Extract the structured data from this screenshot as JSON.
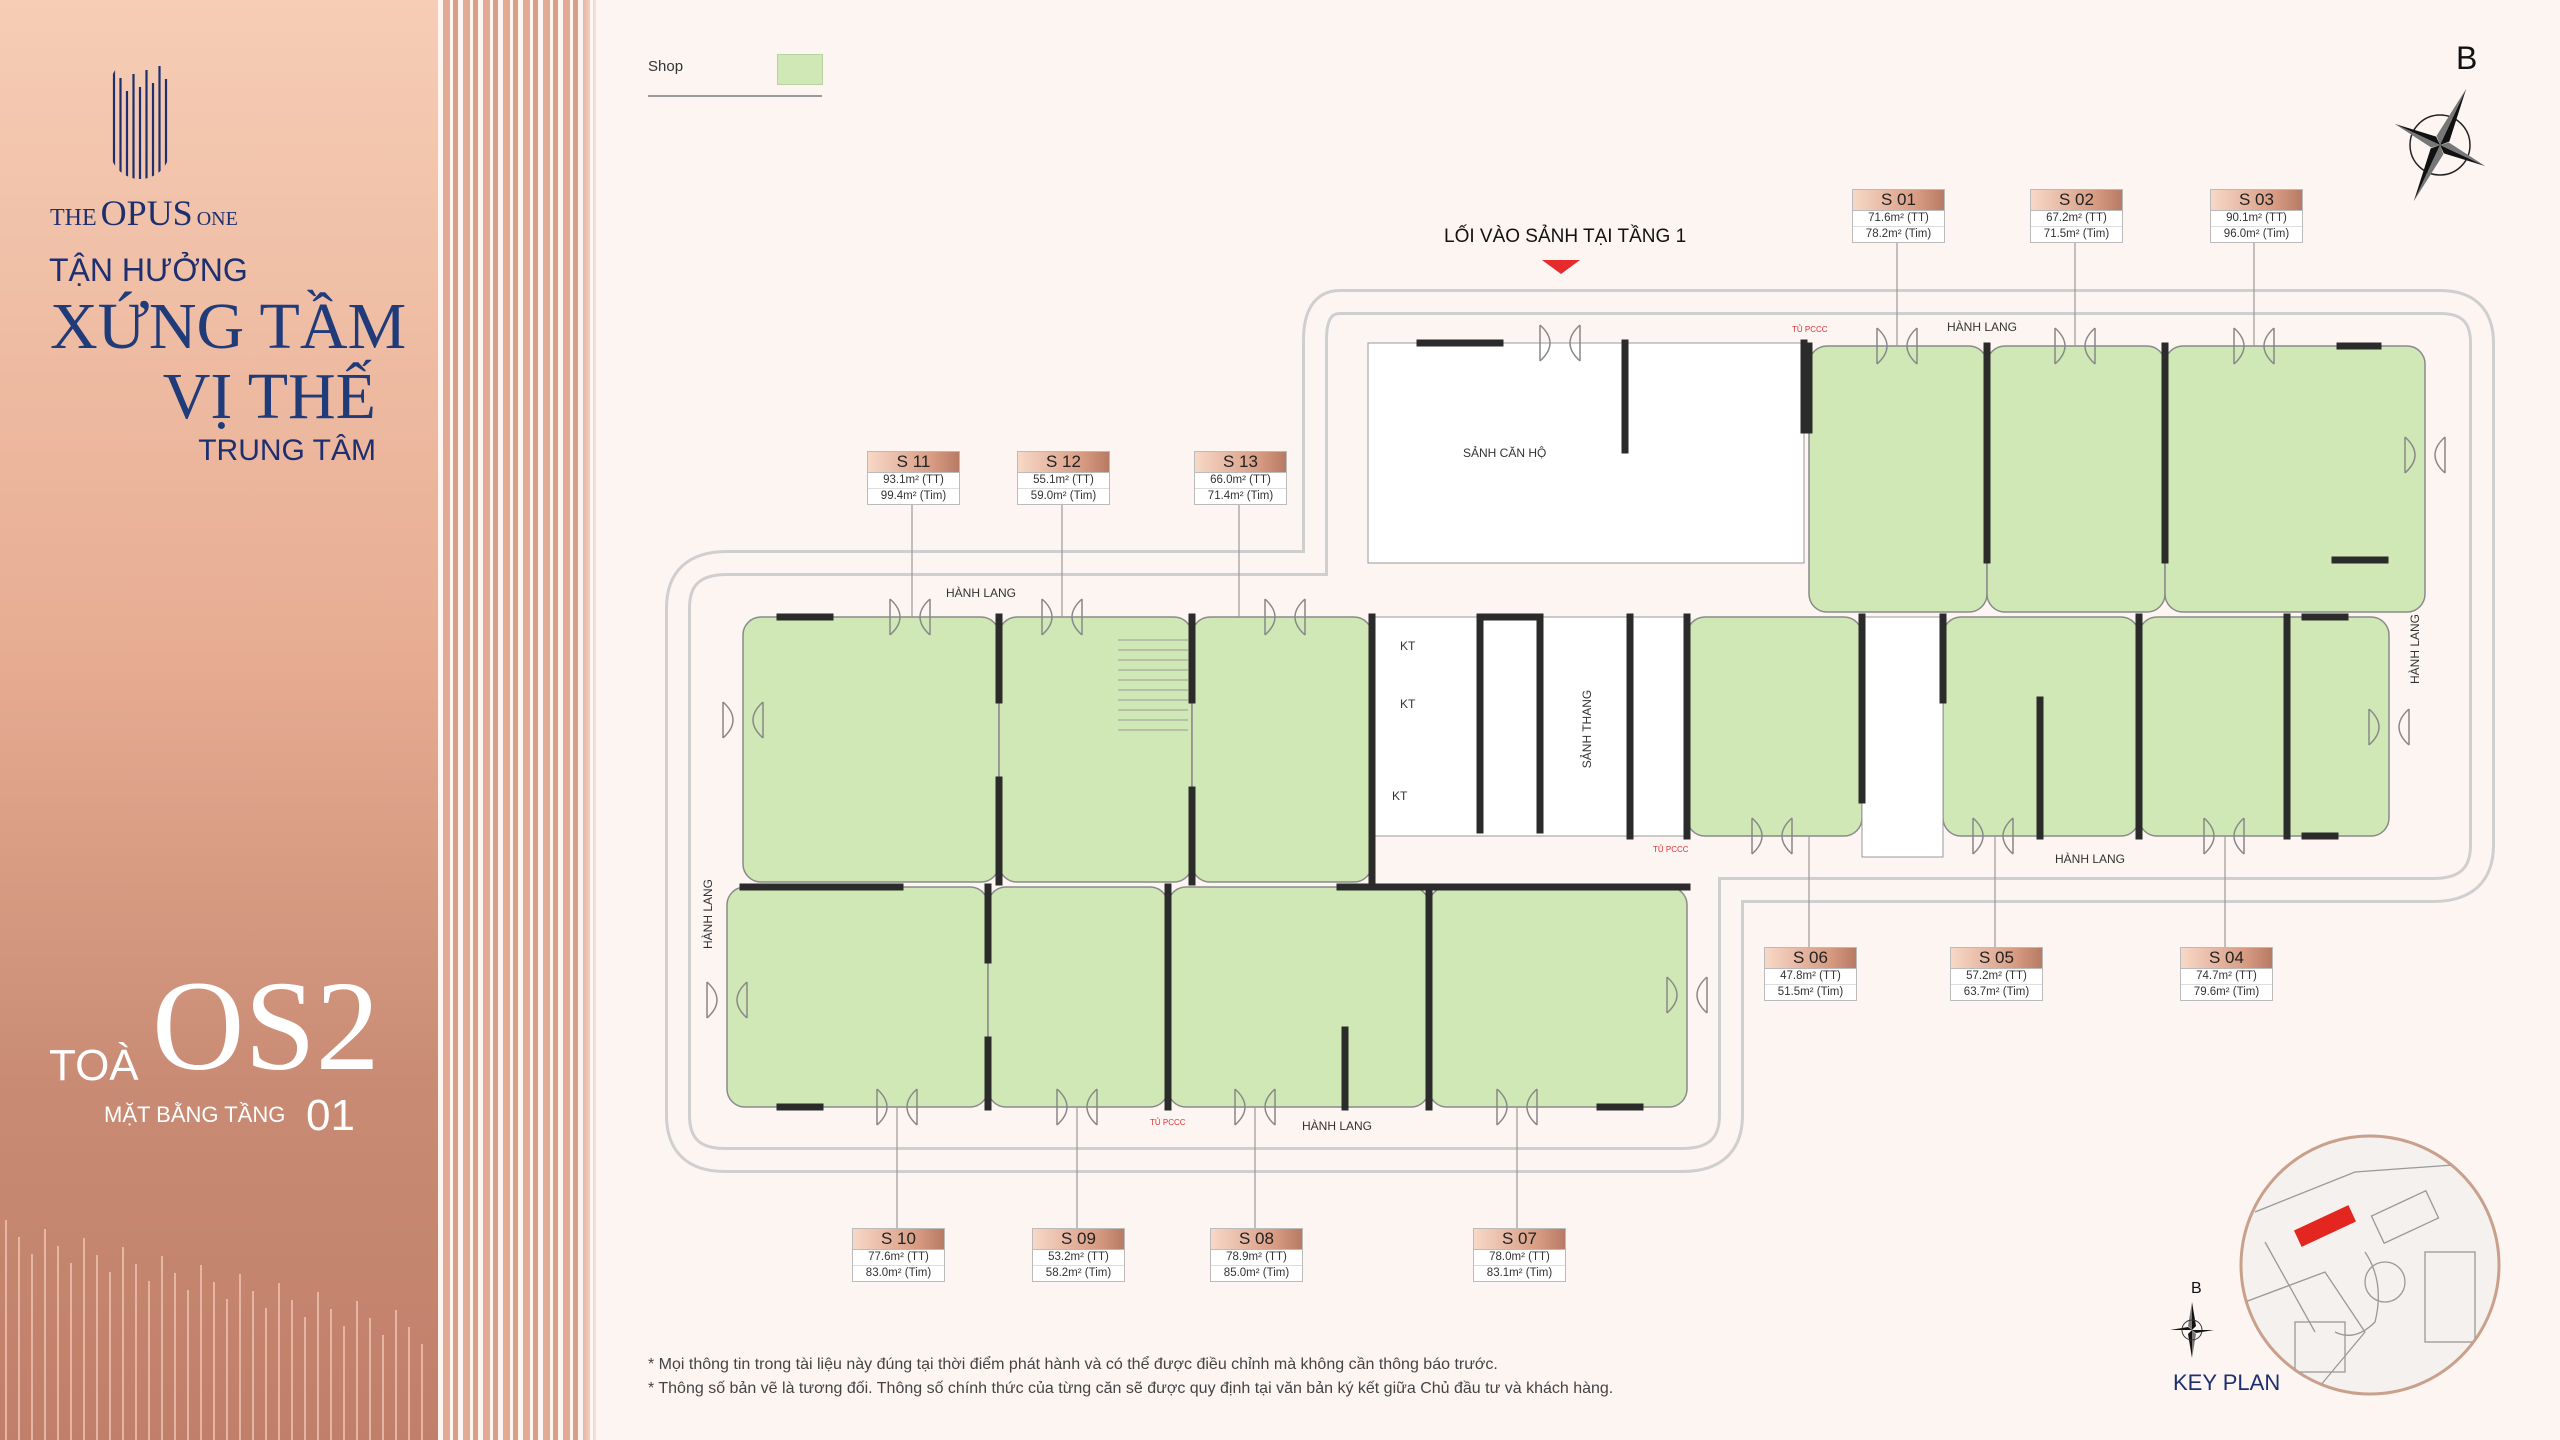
{
  "brand": {
    "name_pre": "THE",
    "name_main": "OPUS",
    "name_post": "ONE"
  },
  "tagline": {
    "line1": "TẬN HƯỞNG",
    "line2": "XỨNG TẦM",
    "line3": "VỊ THẾ",
    "line4": "TRUNG TÂM"
  },
  "building": {
    "prefix": "TOÀ",
    "name": "OS2",
    "floor_label": "MẶT BẰNG TẦNG",
    "floor_number": "01"
  },
  "legend": {
    "label": "Shop",
    "color": "#cfe8b6"
  },
  "compass": {
    "north_label": "B"
  },
  "entrance_label": "LỐI VÀO SẢNH TẠI TẦNG 1",
  "areas": {
    "lobby": "SẢNH CĂN HỘ",
    "elevator_lobby": "SẢNH THANG",
    "corridor": "HÀNH LANG",
    "technical": "KT",
    "fire_cabinet": "TỦ PCCC"
  },
  "units": [
    {
      "name": "S 01",
      "tt": "71.6m² (TT)",
      "tim": "78.2m² (Tim)"
    },
    {
      "name": "S 02",
      "tt": "67.2m² (TT)",
      "tim": "71.5m² (Tim)"
    },
    {
      "name": "S 03",
      "tt": "90.1m² (TT)",
      "tim": "96.0m² (Tim)"
    },
    {
      "name": "S 04",
      "tt": "74.7m² (TT)",
      "tim": "79.6m² (Tim)"
    },
    {
      "name": "S 05",
      "tt": "57.2m² (TT)",
      "tim": "63.7m² (Tim)"
    },
    {
      "name": "S 06",
      "tt": "47.8m² (TT)",
      "tim": "51.5m² (Tim)"
    },
    {
      "name": "S 07",
      "tt": "78.0m² (TT)",
      "tim": "83.1m² (Tim)"
    },
    {
      "name": "S 08",
      "tt": "78.9m² (TT)",
      "tim": "85.0m² (Tim)"
    },
    {
      "name": "S 09",
      "tt": "53.2m² (TT)",
      "tim": "58.2m² (Tim)"
    },
    {
      "name": "S 10",
      "tt": "77.6m² (TT)",
      "tim": "83.0m² (Tim)"
    },
    {
      "name": "S 11",
      "tt": "93.1m² (TT)",
      "tim": "99.4m² (Tim)"
    },
    {
      "name": "S 12",
      "tt": "55.1m² (TT)",
      "tim": "59.0m² (Tim)"
    },
    {
      "name": "S 13",
      "tt": "66.0m² (TT)",
      "tim": "71.4m² (Tim)"
    }
  ],
  "key_plan": {
    "label": "KEY PLAN",
    "north_label": "B"
  },
  "notes": [
    "* Mọi thông tin trong tài liệu này đúng tại thời điểm phát hành và có thể được điều chỉnh mà không cần thông báo trước.",
    "* Thông số bản vẽ là tương đối. Thông số chính thức của từng căn sẽ được quy định tại văn bản ký kết giữa Chủ đầu tư và khách hàng."
  ]
}
